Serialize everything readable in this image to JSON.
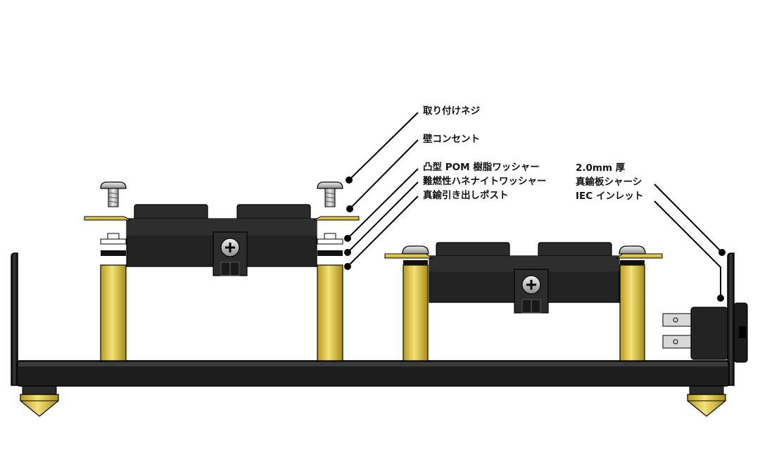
{
  "labels": {
    "screw": "取り付けネジ",
    "outlet": "壁コンセント",
    "pom_washer": "凸型 POM 樹脂ワッシャー",
    "flame_washer": "難燃性ハネナイトワッシャー",
    "brass_post": "真鍮引き出しポスト",
    "chassis_thickness": "2.0mm 厚",
    "chassis": "真鍮板シャーシ",
    "iec_inlet": "IEC インレット"
  },
  "colors": {
    "black_body": "#1f1f1f",
    "brass": "#e8d24c",
    "brass_dark": "#b59a1a",
    "steel": "#bdbdbd",
    "outline": "#000000"
  }
}
